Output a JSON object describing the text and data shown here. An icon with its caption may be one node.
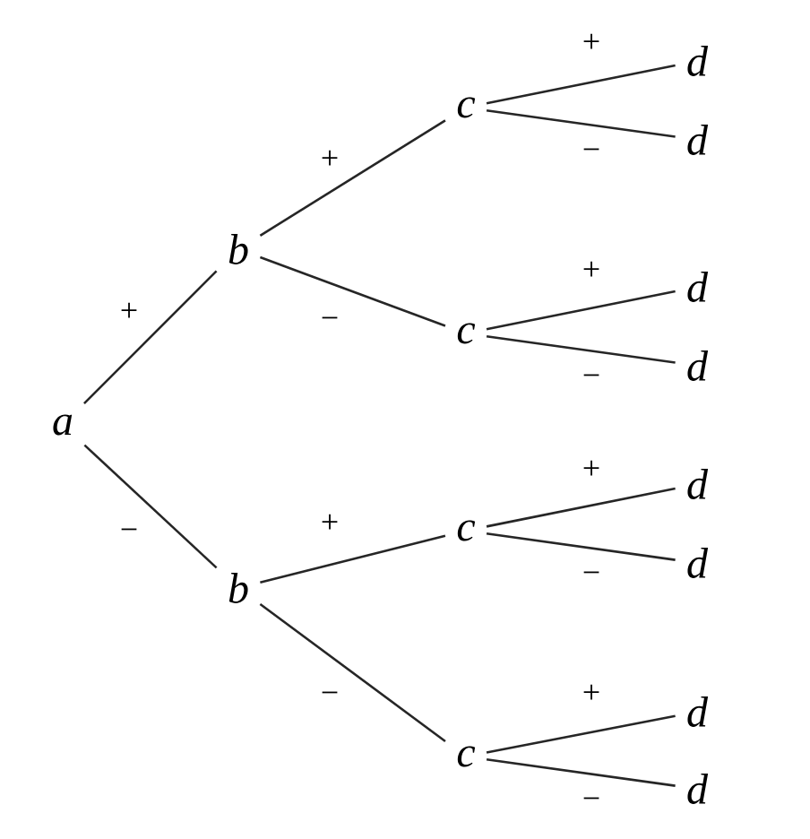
{
  "diagram": {
    "nodes": [
      {
        "text": [
          "a"
        ]
      },
      {
        "text": [
          "b"
        ]
      },
      {
        "text": [
          "b"
        ]
      },
      {
        "text": [
          "c"
        ]
      },
      {
        "text": [
          "c"
        ]
      },
      {
        "text": [
          "c"
        ]
      },
      {
        "text": [
          "c"
        ]
      },
      {
        "text": [
          "d"
        ]
      },
      {
        "text": [
          "d"
        ]
      },
      {
        "text": [
          "d"
        ]
      },
      {
        "text": [
          "d"
        ]
      },
      {
        "text": [
          "d"
        ]
      },
      {
        "text": [
          "d"
        ]
      },
      {
        "text": [
          "d"
        ]
      },
      {
        "text": [
          "d"
        ]
      }
    ],
    "edges": [
      {
        "from": 0,
        "to": 1,
        "arrow": "none",
        "label": "+"
      },
      {
        "from": 0,
        "to": 2,
        "arrow": "none",
        "label": "−"
      },
      {
        "from": 1,
        "to": 3,
        "arrow": "none",
        "label": "+"
      },
      {
        "from": 1,
        "to": 4,
        "arrow": "none",
        "label": "−"
      },
      {
        "from": 2,
        "to": 5,
        "arrow": "none",
        "label": "+"
      },
      {
        "from": 2,
        "to": 6,
        "arrow": "none",
        "label": "−"
      },
      {
        "from": 3,
        "to": 7,
        "arrow": "none",
        "label": "+"
      },
      {
        "from": 3,
        "to": 8,
        "arrow": "none",
        "label": "−"
      },
      {
        "from": 4,
        "to": 9,
        "arrow": "none",
        "label": "+"
      },
      {
        "from": 4,
        "to": 10,
        "arrow": "none",
        "label": "−"
      },
      {
        "from": 5,
        "to": 11,
        "arrow": "none",
        "label": "+"
      },
      {
        "from": 5,
        "to": 12,
        "arrow": "none",
        "label": "−"
      },
      {
        "from": 6,
        "to": 13,
        "arrow": "none",
        "label": "+"
      },
      {
        "from": 6,
        "to": 14,
        "arrow": "none",
        "label": "−"
      }
    ]
  }
}
